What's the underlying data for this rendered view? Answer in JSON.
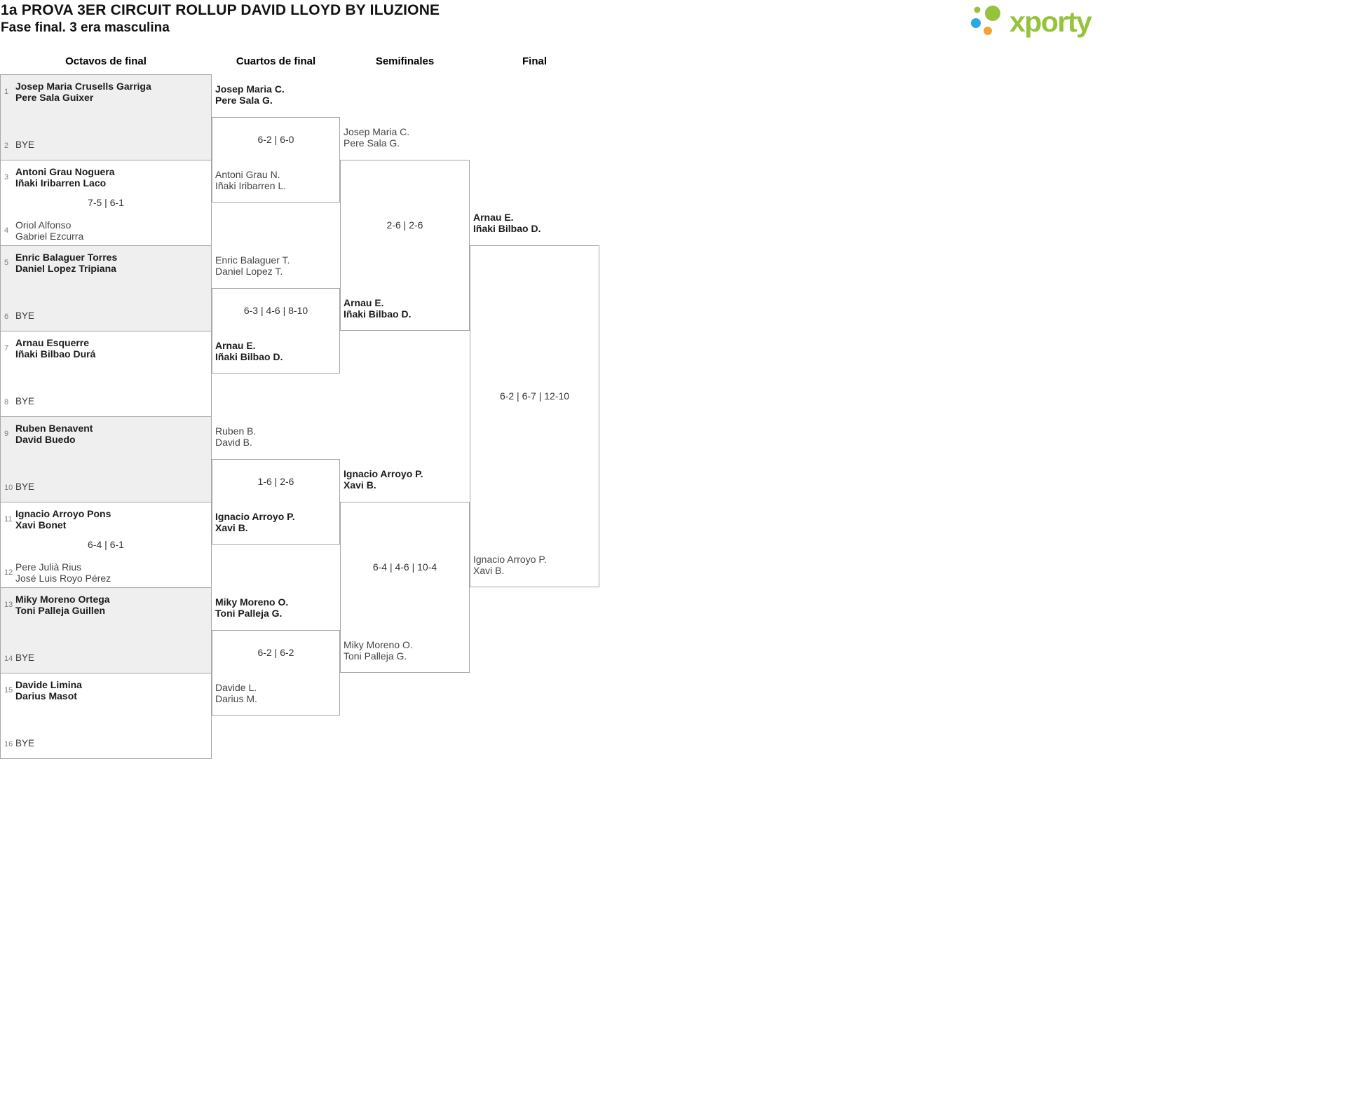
{
  "header": {
    "title": "1a PROVA 3ER CIRCUIT ROLLUP DAVID LLOYD BY ILUZIONE",
    "subtitle": "Fase final. 3 era masculina"
  },
  "logo": {
    "text": "xporty",
    "icon": "xporty-dots-icon",
    "colors": {
      "green": "#96c33c",
      "blue": "#2aa9e0",
      "orange": "#f2a333"
    }
  },
  "round_headers": {
    "r16": "Octavos de final",
    "qf": "Cuartos de final",
    "sf": "Semifinales",
    "final": "Final"
  },
  "colors": {
    "alt_row_fill": "#efefef",
    "border": "#a6a6a6",
    "brand_green": "#96c33c"
  },
  "bracket": {
    "r16": [
      {
        "top_seed": "1",
        "top_name1": "Josep Maria Crusells Garriga",
        "top_name2": "Pere Sala Guixer",
        "bottom_seed": "2",
        "bottom_bye": "BYE",
        "winner": "top"
      },
      {
        "top_seed": "3",
        "top_name1": "Antoni Grau Noguera",
        "top_name2": "Iñaki Iribarren Laco",
        "score": "7-5 | 6-1",
        "bottom_seed": "4",
        "bottom_name1": "Oriol Alfonso",
        "bottom_name2": "Gabriel Ezcurra",
        "winner": "top"
      },
      {
        "top_seed": "5",
        "top_name1": "Enric Balaguer Torres",
        "top_name2": "Daniel Lopez Tripiana",
        "bottom_seed": "6",
        "bottom_bye": "BYE",
        "winner": "top"
      },
      {
        "top_seed": "7",
        "top_name1": "Arnau Esquerre",
        "top_name2": "Iñaki Bilbao Durá",
        "bottom_seed": "8",
        "bottom_bye": "BYE",
        "winner": "top"
      },
      {
        "top_seed": "9",
        "top_name1": "Ruben Benavent",
        "top_name2": "David Buedo",
        "bottom_seed": "10",
        "bottom_bye": "BYE",
        "winner": "top"
      },
      {
        "top_seed": "11",
        "top_name1": "Ignacio Arroyo Pons",
        "top_name2": "Xavi Bonet",
        "score": "6-4 | 6-1",
        "bottom_seed": "12",
        "bottom_name1": "Pere Julià Rius",
        "bottom_name2": "José Luis Royo Pérez",
        "winner": "top"
      },
      {
        "top_seed": "13",
        "top_name1": "Miky Moreno Ortega",
        "top_name2": "Toni Palleja Guillen",
        "bottom_seed": "14",
        "bottom_bye": "BYE",
        "winner": "top"
      },
      {
        "top_seed": "15",
        "top_name1": "Davide Limina",
        "top_name2": "Darius Masot",
        "bottom_seed": "16",
        "bottom_bye": "BYE",
        "winner": "top"
      }
    ],
    "qf": [
      {
        "top1": "Josep Maria C.",
        "top2": "Pere Sala G.",
        "score": "6-2 | 6-0",
        "bottom1": "Antoni Grau N.",
        "bottom2": "Iñaki Iribarren L.",
        "winner": "top"
      },
      {
        "top1": "Enric Balaguer T.",
        "top2": "Daniel Lopez T.",
        "score": "6-3 | 4-6 | 8-10",
        "bottom1": "Arnau E.",
        "bottom2": "Iñaki Bilbao D.",
        "winner": "bottom"
      },
      {
        "top1": "Ruben B.",
        "top2": "David B.",
        "score": "1-6 | 2-6",
        "bottom1": "Ignacio Arroyo P.",
        "bottom2": "Xavi B.",
        "winner": "bottom"
      },
      {
        "top1": "Miky Moreno O.",
        "top2": "Toni Palleja G.",
        "score": "6-2 | 6-2",
        "bottom1": "Davide L.",
        "bottom2": "Darius M.",
        "winner": "top"
      }
    ],
    "sf": [
      {
        "top1": "Josep Maria C.",
        "top2": "Pere Sala G.",
        "score": "2-6 | 2-6",
        "bottom1": "Arnau E.",
        "bottom2": "Iñaki Bilbao D.",
        "winner": "bottom"
      },
      {
        "top1": "Ignacio Arroyo P.",
        "top2": "Xavi B.",
        "score": "6-4 | 4-6 | 10-4",
        "bottom1": "Miky Moreno O.",
        "bottom2": "Toni Palleja G.",
        "winner": "top"
      }
    ],
    "final": [
      {
        "top1": "Arnau E.",
        "top2": "Iñaki Bilbao D.",
        "score": "6-2 | 6-7 | 12-10",
        "bottom1": "Ignacio Arroyo P.",
        "bottom2": "Xavi B.",
        "winner": "top"
      }
    ]
  }
}
